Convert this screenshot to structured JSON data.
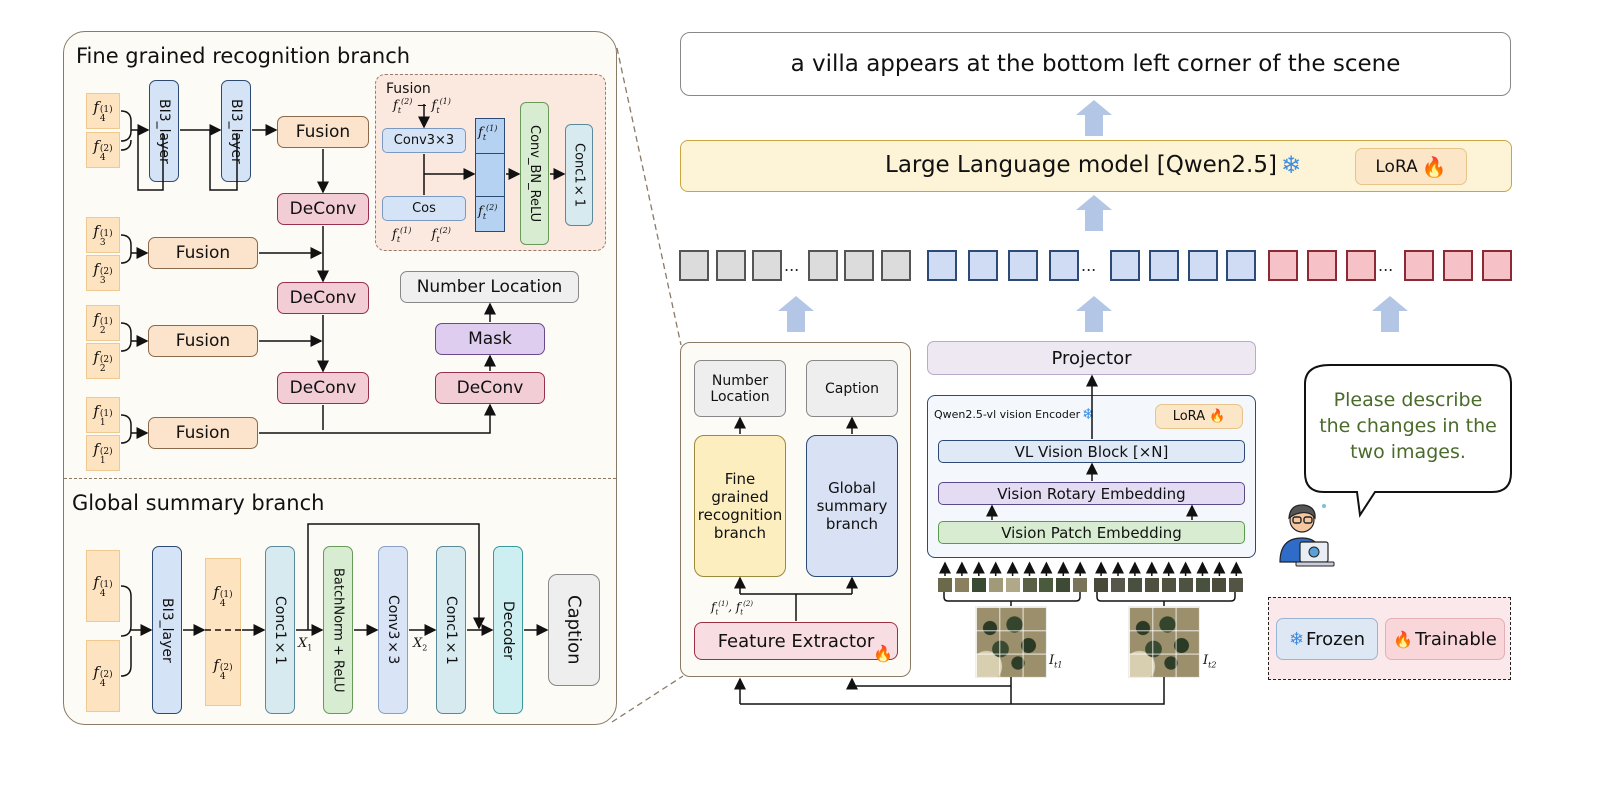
{
  "left_panel": {
    "fine_branch": {
      "title": "Fine grained recognition branch",
      "features": [
        {
          "sym": "f",
          "sup": "(1)",
          "sub": "4"
        },
        {
          "sym": "f",
          "sup": "(2)",
          "sub": "4"
        },
        {
          "sym": "f",
          "sup": "(1)",
          "sub": "3"
        },
        {
          "sym": "f",
          "sup": "(2)",
          "sub": "3"
        },
        {
          "sym": "f",
          "sup": "(1)",
          "sub": "2"
        },
        {
          "sym": "f",
          "sup": "(2)",
          "sub": "2"
        },
        {
          "sym": "f",
          "sup": "(1)",
          "sub": "1"
        },
        {
          "sym": "f",
          "sup": "(2)",
          "sub": "1"
        }
      ],
      "bi3_layer_1": "BI3_layer",
      "bi3_layer_2": "BI3_layer",
      "fusion_top": "Fusion",
      "fusion_3": "Fusion",
      "fusion_2": "Fusion",
      "fusion_1": "Fusion",
      "deconv_1": "DeConv",
      "deconv_2": "DeConv",
      "deconv_3": "DeConv",
      "deconv_right": "DeConv",
      "mask": "Mask",
      "number_location": "Number Location",
      "fusion_detail": {
        "title": "Fusion",
        "diff_label": "f_t^(2) − f_t^(1)",
        "conv": "Conv3×3",
        "cos": "Cos",
        "stack_top": "f_t^(1)",
        "stack_bottom": "f_t^(2)",
        "cos_in_1": "f_t^(1)",
        "cos_in_2": "f_t^(2)",
        "conv_bn_relu": "Conv_BN_ReLU",
        "conc": "Conc1×1"
      }
    },
    "global_branch": {
      "title": "Global summary branch",
      "feat_in_1": "f_4^(1)",
      "feat_in_2": "f_4^(2)",
      "bi3_layer": "BI3_layer",
      "feat_mid_1": "f_4^(1)",
      "feat_mid_2": "f_4^(2)",
      "conc1": "Conc1×1",
      "x1": "X₁",
      "bn_relu": "BatchNorm + ReLU",
      "conv3": "Conv3×3",
      "x2": "X₂",
      "conc2": "Conc1×1",
      "decoder": "Decoder",
      "caption": "Caption"
    }
  },
  "right_panel": {
    "output_text": "a villa appears at the bottom left corner of the scene",
    "llm_label": "Large Language model [Qwen2.5]",
    "llm_lora": "LoRA",
    "token_groups": [
      {
        "color": "gray",
        "before": 3,
        "after": 3
      },
      {
        "color": "blue",
        "before": 4,
        "after": 4
      },
      {
        "color": "red",
        "before": 3,
        "after": 3
      }
    ],
    "ellipsis": "...",
    "module_box": {
      "number_location": "Number Location",
      "caption": "Caption",
      "fine_branch": "Fine grained recognition branch",
      "global_branch": "Global summary branch",
      "features_label": "f_t^(1), f_t^(2)",
      "feature_extractor": "Feature Extractor"
    },
    "projector": "Projector",
    "encoder": {
      "title": "Qwen2.5-vl vision Encoder",
      "lora": "LoRA",
      "vision_block": "VL Vision Block [×N]",
      "rotary": "Vision Rotary Embedding",
      "patch": "Vision Patch Embedding"
    },
    "image_1_label": "I_t1",
    "image_2_label": "I_t2",
    "prompt": "Please describe the changes in the two images.",
    "legend": {
      "frozen": "Frozen",
      "trainable": "Trainable"
    },
    "icons": {
      "frozen": "snowflake-icon",
      "trainable": "flame-icon",
      "user": "user-with-laptop-icon"
    },
    "colors": {
      "frozen_blue": "#4a90d9",
      "flame_orange": "#f26b2a",
      "prompt_green": "#4a6b2a"
    }
  }
}
